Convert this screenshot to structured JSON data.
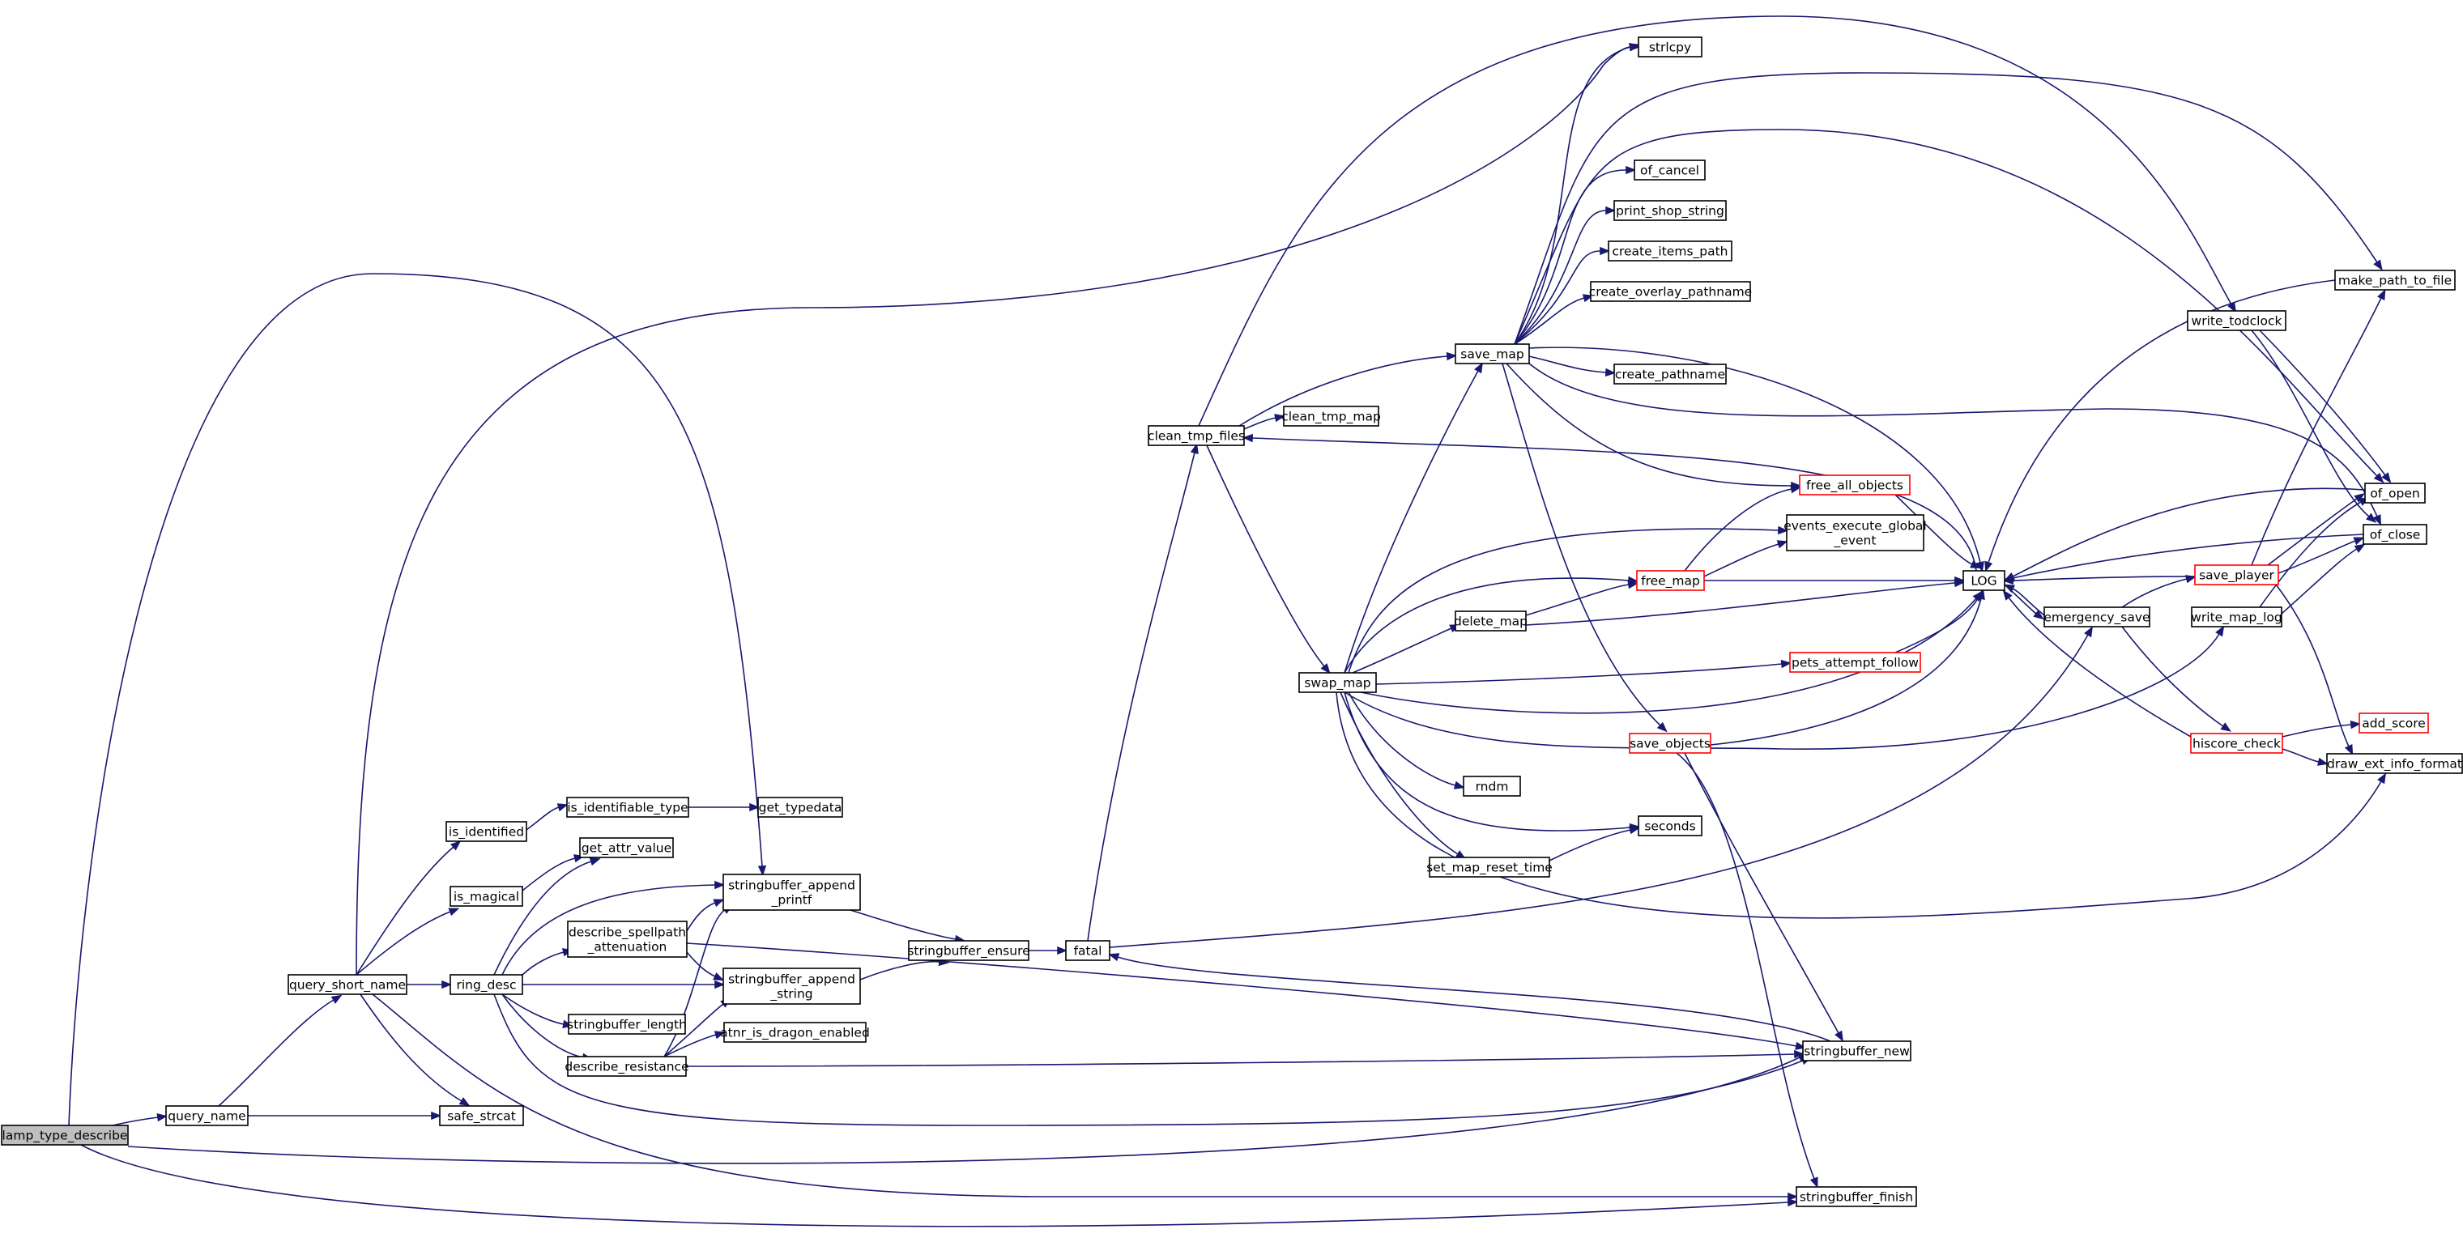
{
  "nodes": [
    {
      "id": "lamp_type_describe",
      "lines": [
        "lamp_type_describe"
      ],
      "style": "root"
    },
    {
      "id": "query_name",
      "lines": [
        "query_name"
      ]
    },
    {
      "id": "query_short_name",
      "lines": [
        "query_short_name"
      ]
    },
    {
      "id": "safe_strcat",
      "lines": [
        "safe_strcat"
      ]
    },
    {
      "id": "is_identified",
      "lines": [
        "is_identified"
      ]
    },
    {
      "id": "is_magical",
      "lines": [
        "is_magical"
      ]
    },
    {
      "id": "ring_desc",
      "lines": [
        "ring_desc"
      ]
    },
    {
      "id": "is_identifiable_type",
      "lines": [
        "is_identifiable_type"
      ]
    },
    {
      "id": "get_typedata",
      "lines": [
        "get_typedata"
      ]
    },
    {
      "id": "get_attr_value",
      "lines": [
        "get_attr_value"
      ]
    },
    {
      "id": "describe_spellpath_attenuation",
      "lines": [
        "describe_spellpath",
        "_attenuation"
      ]
    },
    {
      "id": "stringbuffer_length",
      "lines": [
        "stringbuffer_length"
      ]
    },
    {
      "id": "describe_resistance",
      "lines": [
        "describe_resistance"
      ]
    },
    {
      "id": "stringbuffer_append_printf",
      "lines": [
        "stringbuffer_append",
        "_printf"
      ]
    },
    {
      "id": "stringbuffer_append_string",
      "lines": [
        "stringbuffer_append",
        "_string"
      ]
    },
    {
      "id": "atnr_is_dragon_enabled",
      "lines": [
        "atnr_is_dragon_enabled"
      ]
    },
    {
      "id": "stringbuffer_ensure",
      "lines": [
        "stringbuffer_ensure"
      ]
    },
    {
      "id": "fatal",
      "lines": [
        "fatal"
      ]
    },
    {
      "id": "clean_tmp_files",
      "lines": [
        "clean_tmp_files"
      ]
    },
    {
      "id": "clean_tmp_map",
      "lines": [
        "clean_tmp_map"
      ]
    },
    {
      "id": "save_map",
      "lines": [
        "save_map"
      ]
    },
    {
      "id": "swap_map",
      "lines": [
        "swap_map"
      ]
    },
    {
      "id": "delete_map",
      "lines": [
        "delete_map"
      ]
    },
    {
      "id": "set_map_reset_time",
      "lines": [
        "set_map_reset_time"
      ]
    },
    {
      "id": "rndm",
      "lines": [
        "rndm"
      ]
    },
    {
      "id": "strlcpy",
      "lines": [
        "strlcpy"
      ]
    },
    {
      "id": "of_cancel",
      "lines": [
        "of_cancel"
      ]
    },
    {
      "id": "print_shop_string",
      "lines": [
        "print_shop_string"
      ]
    },
    {
      "id": "create_items_path",
      "lines": [
        "create_items_path"
      ]
    },
    {
      "id": "create_overlay_pathname",
      "lines": [
        "create_overlay_pathname"
      ]
    },
    {
      "id": "create_pathname",
      "lines": [
        "create_pathname"
      ]
    },
    {
      "id": "free_all_objects",
      "lines": [
        "free_all_objects"
      ],
      "style": "red"
    },
    {
      "id": "events_execute_global_event",
      "lines": [
        "events_execute_global",
        "_event"
      ]
    },
    {
      "id": "free_map",
      "lines": [
        "free_map"
      ],
      "style": "red"
    },
    {
      "id": "pets_attempt_follow",
      "lines": [
        "pets_attempt_follow"
      ],
      "style": "red"
    },
    {
      "id": "save_objects",
      "lines": [
        "save_objects"
      ],
      "style": "red"
    },
    {
      "id": "seconds",
      "lines": [
        "seconds"
      ]
    },
    {
      "id": "stringbuffer_new",
      "lines": [
        "stringbuffer_new"
      ]
    },
    {
      "id": "stringbuffer_finish",
      "lines": [
        "stringbuffer_finish"
      ]
    },
    {
      "id": "LOG",
      "lines": [
        "LOG"
      ]
    },
    {
      "id": "emergency_save",
      "lines": [
        "emergency_save"
      ]
    },
    {
      "id": "write_todclock",
      "lines": [
        "write_todclock"
      ]
    },
    {
      "id": "save_player",
      "lines": [
        "save_player"
      ],
      "style": "red"
    },
    {
      "id": "write_map_log",
      "lines": [
        "write_map_log"
      ]
    },
    {
      "id": "hiscore_check",
      "lines": [
        "hiscore_check"
      ],
      "style": "red"
    },
    {
      "id": "make_path_to_file",
      "lines": [
        "make_path_to_file"
      ]
    },
    {
      "id": "of_open",
      "lines": [
        "of_open"
      ]
    },
    {
      "id": "of_close",
      "lines": [
        "of_close"
      ]
    },
    {
      "id": "add_score",
      "lines": [
        "add_score"
      ],
      "style": "red"
    },
    {
      "id": "draw_ext_info_format",
      "lines": [
        "draw_ext_info_format"
      ]
    }
  ],
  "edges": [
    [
      "lamp_type_describe",
      "query_name"
    ],
    [
      "lamp_type_describe",
      "stringbuffer_append_printf"
    ],
    [
      "lamp_type_describe",
      "stringbuffer_new"
    ],
    [
      "lamp_type_describe",
      "stringbuffer_finish"
    ],
    [
      "query_name",
      "query_short_name"
    ],
    [
      "query_name",
      "safe_strcat"
    ],
    [
      "query_short_name",
      "is_identified"
    ],
    [
      "query_short_name",
      "is_magical"
    ],
    [
      "query_short_name",
      "ring_desc"
    ],
    [
      "query_short_name",
      "safe_strcat"
    ],
    [
      "query_short_name",
      "strlcpy"
    ],
    [
      "query_short_name",
      "stringbuffer_finish"
    ],
    [
      "is_identified",
      "is_identifiable_type"
    ],
    [
      "is_identifiable_type",
      "get_typedata"
    ],
    [
      "is_magical",
      "get_attr_value"
    ],
    [
      "ring_desc",
      "get_attr_value"
    ],
    [
      "ring_desc",
      "describe_spellpath_attenuation"
    ],
    [
      "ring_desc",
      "stringbuffer_append_printf"
    ],
    [
      "ring_desc",
      "stringbuffer_append_string"
    ],
    [
      "ring_desc",
      "stringbuffer_length"
    ],
    [
      "ring_desc",
      "describe_resistance"
    ],
    [
      "ring_desc",
      "stringbuffer_new"
    ],
    [
      "describe_spellpath_attenuation",
      "stringbuffer_append_printf"
    ],
    [
      "describe_spellpath_attenuation",
      "stringbuffer_append_string"
    ],
    [
      "describe_spellpath_attenuation",
      "stringbuffer_new"
    ],
    [
      "describe_resistance",
      "stringbuffer_append_printf"
    ],
    [
      "describe_resistance",
      "stringbuffer_append_string"
    ],
    [
      "describe_resistance",
      "atnr_is_dragon_enabled"
    ],
    [
      "describe_resistance",
      "stringbuffer_new"
    ],
    [
      "stringbuffer_append_printf",
      "stringbuffer_ensure"
    ],
    [
      "stringbuffer_append_string",
      "stringbuffer_ensure"
    ],
    [
      "stringbuffer_ensure",
      "fatal"
    ],
    [
      "fatal",
      "clean_tmp_files"
    ],
    [
      "fatal",
      "emergency_save"
    ],
    [
      "clean_tmp_files",
      "clean_tmp_map"
    ],
    [
      "clean_tmp_files",
      "save_map"
    ],
    [
      "clean_tmp_files",
      "swap_map"
    ],
    [
      "clean_tmp_files",
      "write_todclock"
    ],
    [
      "swap_map",
      "save_map"
    ],
    [
      "swap_map",
      "events_execute_global_event"
    ],
    [
      "swap_map",
      "free_map"
    ],
    [
      "swap_map",
      "delete_map"
    ],
    [
      "swap_map",
      "pets_attempt_follow"
    ],
    [
      "swap_map",
      "LOG"
    ],
    [
      "swap_map",
      "rndm"
    ],
    [
      "swap_map",
      "seconds"
    ],
    [
      "swap_map",
      "set_map_reset_time"
    ],
    [
      "swap_map",
      "write_map_log"
    ],
    [
      "swap_map",
      "draw_ext_info_format"
    ],
    [
      "save_map",
      "strlcpy"
    ],
    [
      "save_map",
      "of_cancel"
    ],
    [
      "save_map",
      "print_shop_string"
    ],
    [
      "save_map",
      "create_items_path"
    ],
    [
      "save_map",
      "create_overlay_pathname"
    ],
    [
      "save_map",
      "create_pathname"
    ],
    [
      "save_map",
      "free_all_objects"
    ],
    [
      "save_map",
      "save_objects"
    ],
    [
      "save_map",
      "LOG"
    ],
    [
      "save_map",
      "make_path_to_file"
    ],
    [
      "save_map",
      "of_open"
    ],
    [
      "save_map",
      "of_close"
    ],
    [
      "delete_map",
      "free_map"
    ],
    [
      "delete_map",
      "LOG"
    ],
    [
      "set_map_reset_time",
      "seconds"
    ],
    [
      "free_map",
      "LOG"
    ],
    [
      "free_map",
      "free_all_objects"
    ],
    [
      "free_map",
      "events_execute_global_event"
    ],
    [
      "free_all_objects",
      "LOG"
    ],
    [
      "pets_attempt_follow",
      "LOG"
    ],
    [
      "save_objects",
      "LOG"
    ],
    [
      "save_objects",
      "stringbuffer_new"
    ],
    [
      "save_objects",
      "stringbuffer_finish"
    ],
    [
      "stringbuffer_new",
      "fatal"
    ],
    [
      "LOG",
      "clean_tmp_files"
    ],
    [
      "LOG",
      "emergency_save"
    ],
    [
      "emergency_save",
      "LOG"
    ],
    [
      "emergency_save",
      "save_player"
    ],
    [
      "emergency_save",
      "hiscore_check"
    ],
    [
      "save_player",
      "LOG"
    ],
    [
      "save_player",
      "make_path_to_file"
    ],
    [
      "save_player",
      "of_open"
    ],
    [
      "save_player",
      "of_close"
    ],
    [
      "save_player",
      "draw_ext_info_format"
    ],
    [
      "write_todclock",
      "of_open"
    ],
    [
      "write_todclock",
      "of_close"
    ],
    [
      "write_map_log",
      "of_open"
    ],
    [
      "write_map_log",
      "of_close"
    ],
    [
      "hiscore_check",
      "LOG"
    ],
    [
      "hiscore_check",
      "add_score"
    ],
    [
      "hiscore_check",
      "draw_ext_info_format"
    ],
    [
      "make_path_to_file",
      "LOG"
    ],
    [
      "of_open",
      "LOG"
    ],
    [
      "of_close",
      "LOG"
    ]
  ]
}
